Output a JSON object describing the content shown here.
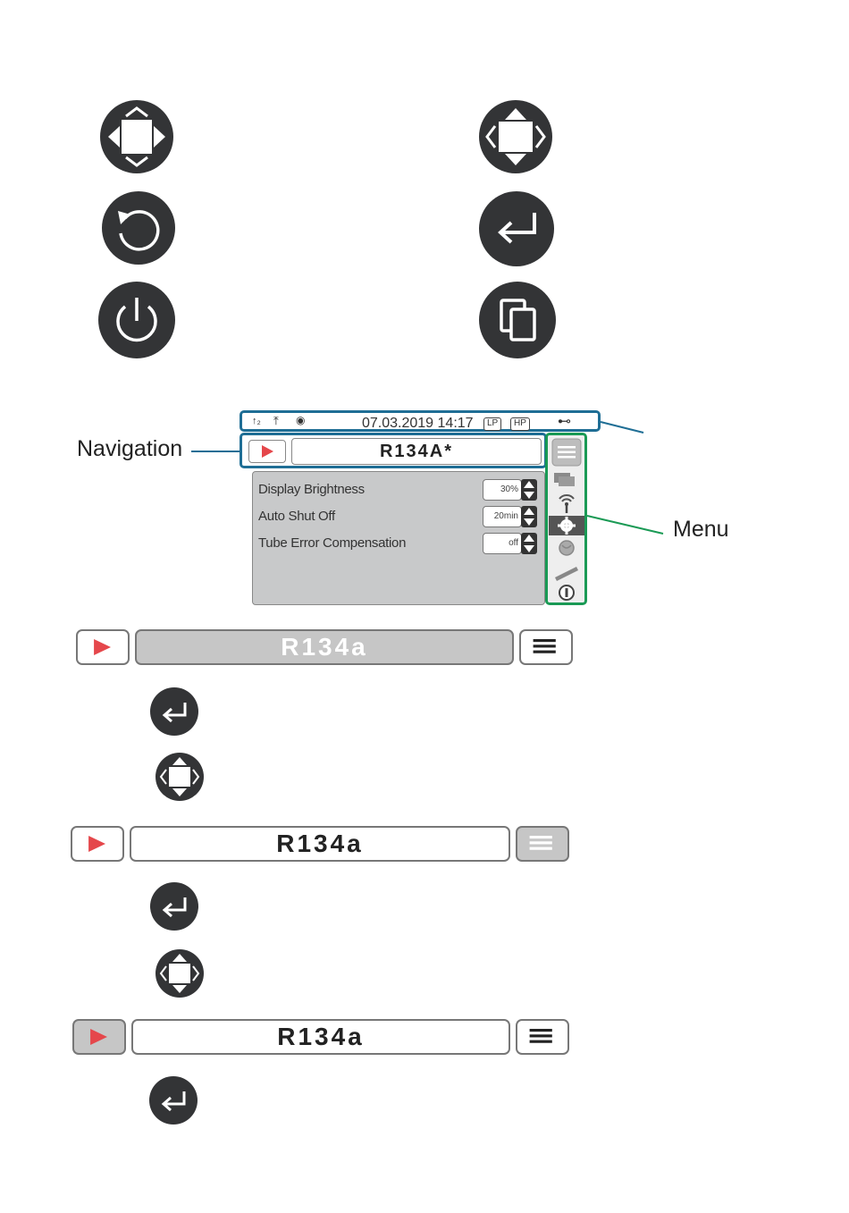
{
  "keys": {
    "left_column": [
      "left-right-arrows-icon",
      "back-icon",
      "power-icon"
    ],
    "right_column": [
      "up-down-arrows-icon",
      "enter-icon",
      "copy-icon"
    ]
  },
  "device": {
    "status_bar": {
      "date_time": "07.03.2019 14:17",
      "lp_chip": "LP",
      "hp_chip": "HP"
    },
    "navigation_title": "R134A*",
    "settings": [
      {
        "label": "Display Brightness",
        "value": "30%"
      },
      {
        "label": "Auto Shut Off",
        "value": "20min"
      },
      {
        "label": "Tube Error Compensation",
        "value": "off"
      }
    ],
    "menu_icons": [
      "tests-icon",
      "wireless-icon",
      "settings-icon",
      "globe-icon",
      "hose-icon",
      "info-icon"
    ]
  },
  "callouts": {
    "navigation": "Navigation",
    "menu": "Menu"
  },
  "nav_bars": [
    {
      "title": "R134a",
      "active": "title"
    },
    {
      "title": "R134a",
      "active": "menu"
    },
    {
      "title": "R134a",
      "active": "play"
    }
  ],
  "colors": {
    "key_bg": "#333436",
    "navigation_outline": "#1f6e95",
    "menu_outline": "#1a9a55",
    "play_red": "#e5474b",
    "active_gray": "#c6c6c6"
  }
}
